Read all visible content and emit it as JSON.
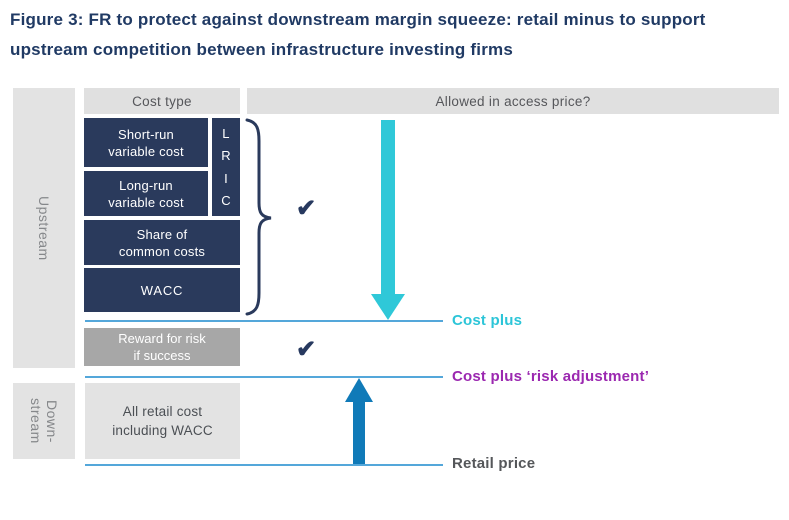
{
  "title": "Figure 3: FR to protect against downstream margin squeeze: retail minus to support upstream competition between infrastructure investing firms",
  "headers": {
    "cost_type": "Cost type",
    "allowed": "Allowed in access price?"
  },
  "bands": {
    "upstream": "Upstream",
    "downstream_line1": "Down-",
    "downstream_line2": "stream"
  },
  "boxes": {
    "short_run_line1": "Short-run",
    "short_run_line2": "variable cost",
    "long_run_line1": "Long-run",
    "long_run_line2": "variable cost",
    "lric_letters": [
      "L",
      "R",
      "I",
      "C"
    ],
    "share_line1": "Share of",
    "share_line2": "common costs",
    "wacc": "WACC",
    "reward_line1": "Reward for risk",
    "reward_line2": "if success",
    "retail_line1": "All retail cost",
    "retail_line2": "including WACC"
  },
  "marks": {
    "check": "✔"
  },
  "price_lines": [
    {
      "label": "Cost plus",
      "color": "#2cc5d8"
    },
    {
      "label": "Cost plus ‘risk adjustment’",
      "color": "#9b28b0"
    },
    {
      "label": "Retail price",
      "color": "#55575a"
    }
  ],
  "colors": {
    "navy_box": "#2a3a5c",
    "title_text": "#203a64",
    "cyan_arrow": "#2fc8d8",
    "blue_arrow": "#107ab8",
    "price_line": "#54a7da",
    "reward_box_gray": "#a7a7a7",
    "band_gray": "#e3e3e3",
    "header_gray": "#e0e0e0"
  }
}
